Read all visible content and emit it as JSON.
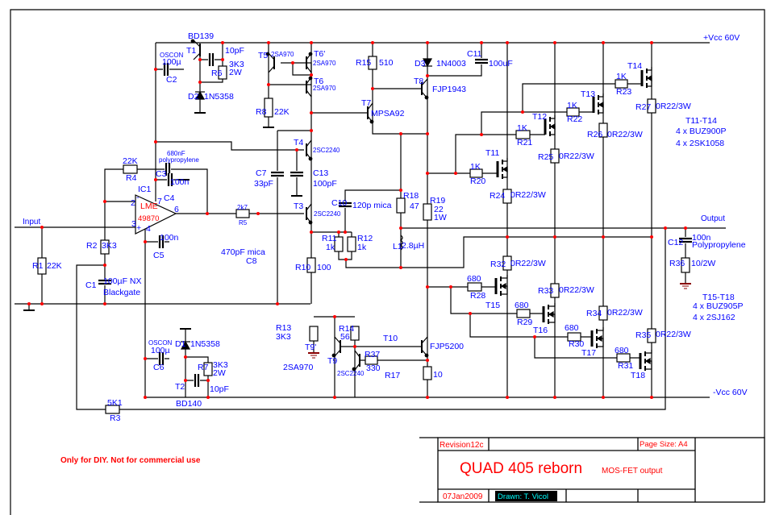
{
  "title_block": {
    "revision": "Revision12c",
    "page_size": "Page Size: A4",
    "title": "QUAD 405 reborn",
    "subtitle": "MOS-FET output",
    "date": "07Jan2009",
    "drawn": "Drawn: T. Vicol"
  },
  "notes": {
    "diy": "Only for DIY. Not for commercial use",
    "upper_group": "T11-T14",
    "upper_type1": "4 x BUZ900P",
    "upper_type2": "4 x 2SK1058",
    "lower_group": "T15-T18",
    "lower_type1": "4 x BUZ905P",
    "lower_type2": "4 x 2SJ162"
  },
  "nets": {
    "vcc_pos": "+Vcc 60V",
    "vcc_neg": "-Vcc 60V",
    "input": "Input",
    "output": "Output"
  },
  "colors": {
    "wire": "#000000",
    "label": "#0000ff",
    "junction": "#ff0000",
    "title": "#ff0000",
    "ground_lower": "#8b0000"
  },
  "components": {
    "IC1": {
      "ref": "IC1",
      "line1": "LME",
      "line2": "49870",
      "pin2": "2",
      "pin3": "3",
      "pin4": "4",
      "pin6": "6",
      "pin7": "7",
      "minus": "-",
      "plus": "+"
    },
    "T1": {
      "ref": "T1",
      "value": "BD139"
    },
    "T2": {
      "ref": "T2",
      "value": "BD140"
    },
    "T3": {
      "ref": "T3",
      "value": "2SC2240"
    },
    "T4": {
      "ref": "T4",
      "value": "2SC2240"
    },
    "T5": {
      "ref": "T5",
      "value": "2SA970"
    },
    "T6p": {
      "ref": "T6'",
      "value": "2SA970"
    },
    "T6": {
      "ref": "T6",
      "value": "2SA970"
    },
    "T7": {
      "ref": "T7",
      "value": "MPSA92"
    },
    "T8": {
      "ref": "T8",
      "value": "FJP1943"
    },
    "T9p": {
      "ref": "T9'",
      "value": "2SA970"
    },
    "T9": {
      "ref": "T9",
      "value": "2SC2240"
    },
    "T10": {
      "ref": "T10",
      "value": "FJP5200"
    },
    "T11": {
      "ref": "T11"
    },
    "T12": {
      "ref": "T12"
    },
    "T13": {
      "ref": "T13"
    },
    "T14": {
      "ref": "T14"
    },
    "T15": {
      "ref": "T15"
    },
    "T16": {
      "ref": "T16"
    },
    "T17": {
      "ref": "T17"
    },
    "T18": {
      "ref": "T18"
    },
    "D1": {
      "ref": "D1",
      "value": "1N5358"
    },
    "D2": {
      "ref": "D2",
      "value": "1N5358"
    },
    "D3": {
      "ref": "D3",
      "value": "1N4003"
    },
    "C1": {
      "ref": "C1",
      "value": "100µF NX",
      "value2": "Blackgate"
    },
    "C2": {
      "ref": "C2",
      "brand": "OSCON",
      "value": "100µ"
    },
    "C3": {
      "ref": "C3",
      "value": "680nF",
      "value2": "polypropylene"
    },
    "C4": {
      "ref": "C4",
      "value": "100n"
    },
    "C5": {
      "ref": "C5",
      "value": "100n"
    },
    "C6": {
      "ref": "C6",
      "brand": "OSCON",
      "value": "100µ"
    },
    "C7": {
      "ref": "C7",
      "value": "33pF"
    },
    "C8": {
      "ref": "C8",
      "value": "470pF mica"
    },
    "C10": {
      "ref": "C10",
      "value": "120p mica"
    },
    "C11": {
      "ref": "C11",
      "value": "100uF"
    },
    "C12": {
      "ref": "C12",
      "value": "100n",
      "value2": "Polypropylene"
    },
    "C13": {
      "ref": "C13",
      "value": "100pF"
    },
    "C_T1": {
      "value": "10pF"
    },
    "C_T2": {
      "value": "10pF"
    },
    "L1": {
      "ref": "L1",
      "value": "2.8µH"
    },
    "R1": {
      "ref": "R1",
      "value": "22K"
    },
    "R2": {
      "ref": "R2",
      "value": "3K3"
    },
    "R3": {
      "ref": "R3",
      "value": "5K1"
    },
    "R4": {
      "ref": "R4",
      "value": "22K"
    },
    "R5": {
      "ref": "R5",
      "value": "2k7"
    },
    "R6": {
      "ref": "R6",
      "value": "3K3",
      "value2": "2W"
    },
    "R7": {
      "ref": "R7",
      "value": "3K3",
      "value2": "2W"
    },
    "R8": {
      "ref": "R8",
      "value": "22K"
    },
    "R10": {
      "ref": "R10",
      "value": "100"
    },
    "R11": {
      "ref": "R11",
      "value": "1k"
    },
    "R12": {
      "ref": "R12",
      "value": "1k"
    },
    "R13": {
      "ref": "R13",
      "value": "3K3"
    },
    "R14": {
      "ref": "R14",
      "value": "56"
    },
    "R15": {
      "ref": "R15",
      "value": "510"
    },
    "R17": {
      "ref": "R17",
      "value": "10"
    },
    "R18": {
      "ref": "R18",
      "value": "47"
    },
    "R19": {
      "ref": "R19",
      "value": "22",
      "value2": "1W"
    },
    "R20": {
      "ref": "R20",
      "value": "1K"
    },
    "R21": {
      "ref": "R21",
      "value": "1K"
    },
    "R22": {
      "ref": "R22",
      "value": "1K"
    },
    "R23": {
      "ref": "R23",
      "value": "1K"
    },
    "R24": {
      "ref": "R24",
      "value": "0R22/3W"
    },
    "R25": {
      "ref": "R25",
      "value": "0R22/3W"
    },
    "R26": {
      "ref": "R26",
      "value": "0R22/3W"
    },
    "R27": {
      "ref": "R27",
      "value": "0R22/3W"
    },
    "R28": {
      "ref": "R28",
      "value": "680"
    },
    "R29": {
      "ref": "R29",
      "value": "680"
    },
    "R30": {
      "ref": "R30",
      "value": "680"
    },
    "R31": {
      "ref": "R31",
      "value": "680"
    },
    "R32": {
      "ref": "R32",
      "value": "0R22/3W"
    },
    "R33": {
      "ref": "R33",
      "value": "0R22/3W"
    },
    "R34": {
      "ref": "R34",
      "value": "0R22/3W"
    },
    "R35": {
      "ref": "R35",
      "value": "0R22/3W"
    },
    "R36": {
      "ref": "R36",
      "value": "10/2W"
    },
    "R37": {
      "ref": "R37",
      "value": "330"
    }
  }
}
